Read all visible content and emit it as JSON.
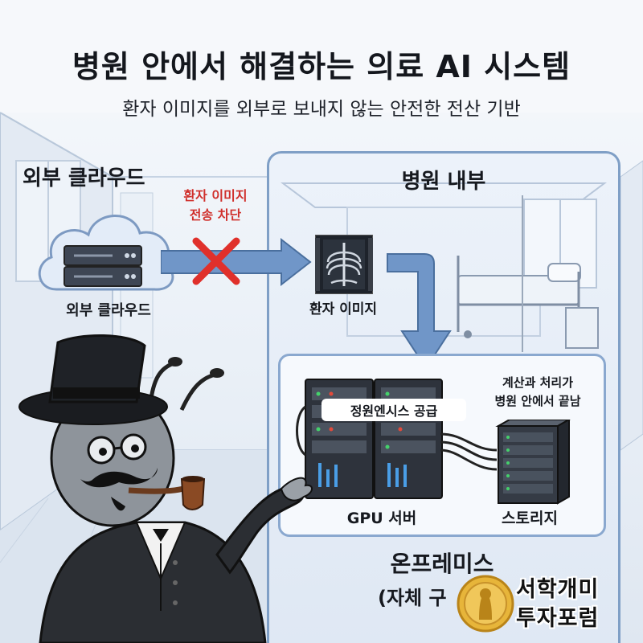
{
  "title": "병원 안에서 해결하는 의료 AI 시스템",
  "subtitle": "환자 이미지를 외부로 보내지 않는 안전한 전산 기반",
  "external": {
    "heading": "외부 클라우드",
    "cloud_label": "외부 클라우드",
    "blocked_line1": "환자 이미지",
    "blocked_line2": "전송 차단"
  },
  "hospital": {
    "heading": "병원 내부",
    "xray_label": "환자 이미지",
    "supply_label": "정원엔시스 공급",
    "compute_note_line1": "계산과 처리가",
    "compute_note_line2": "병원 안에서 끝남",
    "gpu_label": "GPU 서버",
    "storage_label": "스토리지",
    "onprem_label": "온프레미스",
    "onprem_sub": "(자체 구"
  },
  "brand": {
    "line1": "서학개미",
    "line2": "투자포럼"
  },
  "colors": {
    "accent_blue": "#6f95c6",
    "block_red": "#e0302b",
    "panel_border": "#7f9fc6"
  },
  "icons": [
    "cloud-icon",
    "server-icon",
    "blocked-x-icon",
    "xray-icon",
    "gpu-server-icon",
    "storage-icon",
    "hospital-bed-icon",
    "mascot-character",
    "brand-medal-icon"
  ]
}
